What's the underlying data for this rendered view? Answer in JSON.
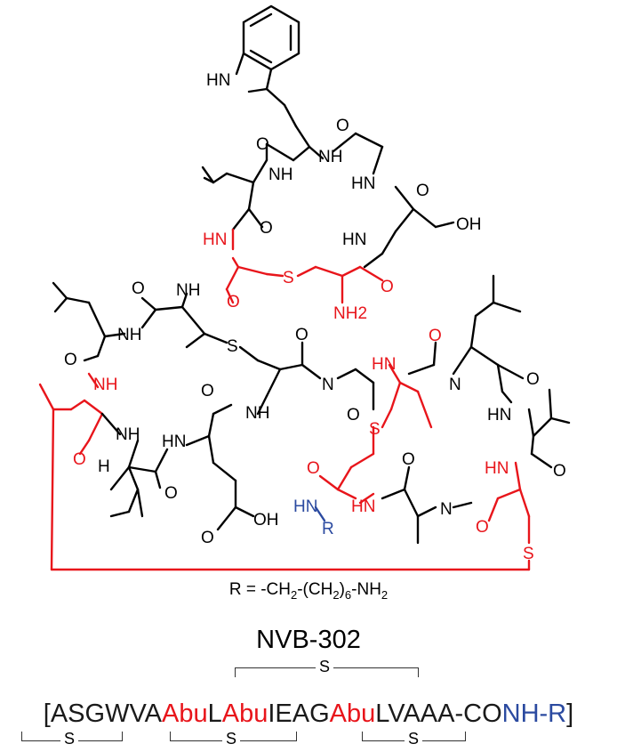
{
  "structure": {
    "labels": {
      "indole_nh": "HN",
      "nh": "NH",
      "hn": "HN",
      "n": "N",
      "h": "H",
      "o": "O",
      "s": "S",
      "oh": "OH",
      "nh2": "NH2",
      "hn_r": "HN",
      "r": "R",
      "h_stereo": "H"
    }
  },
  "r_definition": {
    "prefix": "R = -CH",
    "sub1": "2",
    "mid": "-(CH",
    "sub2": "2",
    "suffix": ")",
    "sub3": "6",
    "tail": "-NH",
    "sub4": "2"
  },
  "compound_name": "NVB-302",
  "sequence": {
    "open_bracket": "[",
    "segments": [
      {
        "text": "ASGWVA",
        "style": "plain"
      },
      {
        "text": "Abu",
        "style": "abu"
      },
      {
        "text": "L",
        "style": "plain"
      },
      {
        "text": "Abu",
        "style": "abu"
      },
      {
        "text": "IEAG",
        "style": "plain"
      },
      {
        "text": "Abu",
        "style": "abu"
      },
      {
        "text": "LVAAA-CO",
        "style": "plain"
      },
      {
        "text": "NH-R",
        "style": "nhr"
      }
    ],
    "close_bracket": "]",
    "bridge_label": "S"
  },
  "colors": {
    "thioether_highlight": "#e8151b",
    "r_group": "#2b4aa0",
    "bonds": "#000000"
  }
}
